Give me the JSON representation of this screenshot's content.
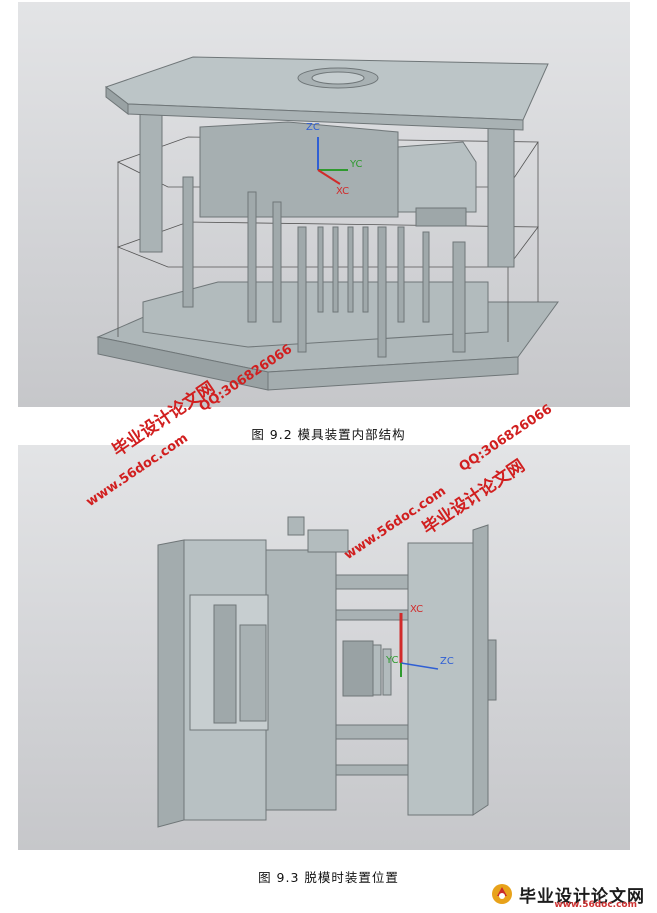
{
  "figure1": {
    "caption": "图 9.2 模具装置内部结构",
    "axes": {
      "zc": "ZC",
      "yc": "YC",
      "xc": "XC"
    }
  },
  "figure2": {
    "caption": "图 9.3 脱模时装置位置",
    "axes": {
      "xc": "XC",
      "yc": "YC",
      "zc": "ZC"
    }
  },
  "watermarks": {
    "site_name": "毕业设计论文网",
    "url": "www.56doc.com",
    "qq": "QQ:306826066"
  },
  "footer": {
    "logo_name": "毕业设计论文网",
    "logo_url": "www.56doc.com"
  },
  "colors": {
    "mold_gray": "#b9c2c4",
    "watermark_red": "#d11f1f",
    "axis_zc": "#2f5fd4",
    "axis_yc": "#2f9a2f",
    "axis_xc": "#d12a2a"
  }
}
